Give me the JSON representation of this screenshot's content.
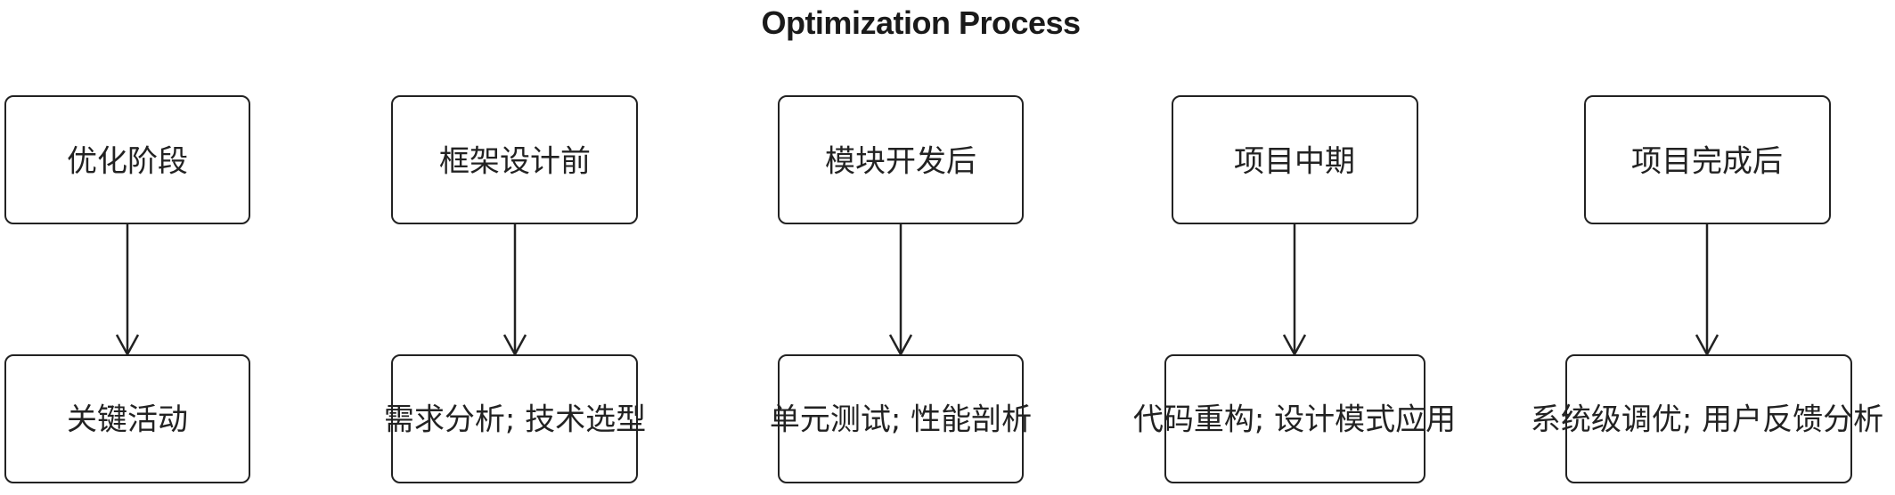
{
  "title": "Optimization Process",
  "colors": {
    "stroke": "#222222",
    "background": "#ffffff",
    "text": "#222222"
  },
  "columns": [
    {
      "stage": "优化阶段",
      "activity": "关键活动"
    },
    {
      "stage": "框架设计前",
      "activity": "需求分析; 技术选型"
    },
    {
      "stage": "模块开发后",
      "activity": "单元测试; 性能剖析"
    },
    {
      "stage": "项目中期",
      "activity": "代码重构; 设计模式应用"
    },
    {
      "stage": "项目完成后",
      "activity": "系统级调优; 用户反馈分析"
    }
  ],
  "edges": [
    {
      "from": "优化阶段",
      "to": "关键活动"
    },
    {
      "from": "框架设计前",
      "to": "需求分析; 技术选型"
    },
    {
      "from": "模块开发后",
      "to": "单元测试; 性能剖析"
    },
    {
      "from": "项目中期",
      "to": "代码重构; 设计模式应用"
    },
    {
      "from": "项目完成后",
      "to": "系统级调优; 用户反馈分析"
    }
  ]
}
